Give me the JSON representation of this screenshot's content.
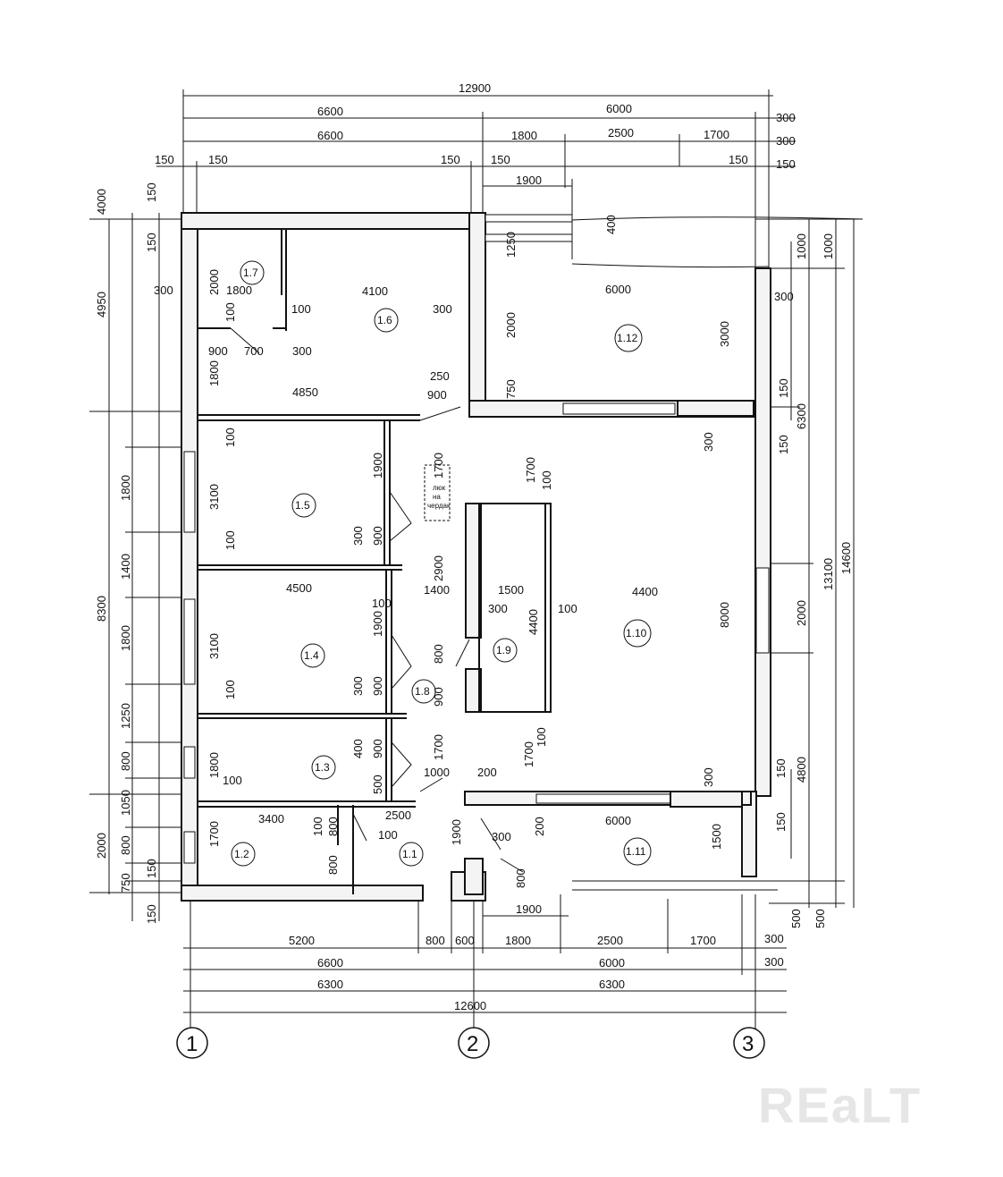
{
  "rooms": [
    "1.1",
    "1.2",
    "1.3",
    "1.4",
    "1.5",
    "1.6",
    "1.7",
    "1.8",
    "1.9",
    "1.10",
    "1.11",
    "1.12"
  ],
  "axes": [
    "1",
    "2",
    "3"
  ],
  "attic_note": [
    "люк",
    "на",
    "чердак"
  ],
  "watermark": "REaLT",
  "dims": {
    "top_total": "12900",
    "top_a1": "6600",
    "top_a2": "6000",
    "top_a3": "300",
    "top_b1": "6600",
    "top_b2": "1800",
    "top_b3": "2500",
    "top_b4": "1700",
    "top_b5": "300",
    "top_c1": "150",
    "top_c2": "150",
    "top_c3": "150",
    "top_c4": "150",
    "top_c5": "150",
    "top_c6": "150",
    "top_1900": "1900",
    "bot_a1": "5200",
    "bot_a2": "800",
    "bot_a3": "600",
    "bot_a4": "1800",
    "bot_a5": "2500",
    "bot_a6": "1700",
    "bot_a7": "300",
    "bot_b1": "6600",
    "bot_b2": "6000",
    "bot_b3": "300",
    "bot_c1": "6300",
    "bot_c2": "6300",
    "bot_total": "12600",
    "bot_1900": "1900",
    "left_4950": "4950",
    "left_8300": "8300",
    "left_2000": "2000",
    "left_4000": "4000",
    "left_150a": "150",
    "left_150b": "150",
    "left_300": "300",
    "left_1800a": "1800",
    "left_1400": "1400",
    "left_1800b": "1800",
    "left_1250": "1250",
    "left_800a": "800",
    "left_1050": "1050",
    "left_800b": "800",
    "left_150c": "150",
    "left_750": "750",
    "left_150d": "150",
    "right_14600": "14600",
    "right_13100": "13100",
    "right_1000a": "1000",
    "right_1000b": "1000",
    "right_300": "300",
    "right_6300": "6300",
    "right_150a": "150",
    "right_150b": "150",
    "right_2000": "2000",
    "right_4800": "4800",
    "right_150c": "150",
    "right_150d": "150",
    "right_500a": "500",
    "right_500b": "500",
    "in_2000a": "2000",
    "in_1800a": "1800",
    "in_4100": "4100",
    "in_100a": "100",
    "in_100b": "100",
    "in_900a": "900",
    "in_700": "700",
    "in_300a": "300",
    "in_1800b": "1800",
    "in_4850": "4850",
    "in_900b": "900",
    "in_250": "250",
    "in_300b": "300",
    "in_1250": "1250",
    "in_400": "400",
    "in_2000b": "2000",
    "in_750": "750",
    "in_6000": "6000",
    "in_3000": "3000",
    "in_300c": "300",
    "in_100c": "100",
    "in_3100a": "3100",
    "in_1900a": "1900",
    "in_1700a": "1700",
    "in_1700b": "1700",
    "in_100d": "100",
    "in_300d": "300",
    "in_900c": "900",
    "in_100e": "100",
    "in_2900": "2900",
    "in_4500": "4500",
    "in_1400": "1400",
    "in_1500": "1500",
    "in_4400a": "4400",
    "in_100f": "100",
    "in_300e": "300",
    "in_4400b": "4400",
    "in_8000": "8000",
    "in_3100b": "3100",
    "in_1900b": "1900",
    "in_100g": "100",
    "in_800a": "800",
    "in_300f": "300",
    "in_900d": "900",
    "in_900e": "900",
    "in_100h": "100",
    "in_100i": "100",
    "in_1800c": "1800",
    "in_400b": "400",
    "in_900f": "900",
    "in_1700c": "1700",
    "in_1700d": "1700",
    "in_500": "500",
    "in_1000": "1000",
    "in_200a": "200",
    "in_100j": "100",
    "in_300g": "300",
    "in_3400": "3400",
    "in_2500": "2500",
    "in_100k": "100",
    "in_800b": "800",
    "in_100l": "100",
    "in_1700e": "1700",
    "in_800c": "800",
    "in_1900c": "1900",
    "in_300h": "300",
    "in_200b": "200",
    "in_6000b": "6000",
    "in_1500b": "1500",
    "in_800d": "800"
  },
  "colors": {
    "ink": "#111111",
    "wall_fill": "#f4f4f4",
    "watermark": "#e6e6e6"
  }
}
